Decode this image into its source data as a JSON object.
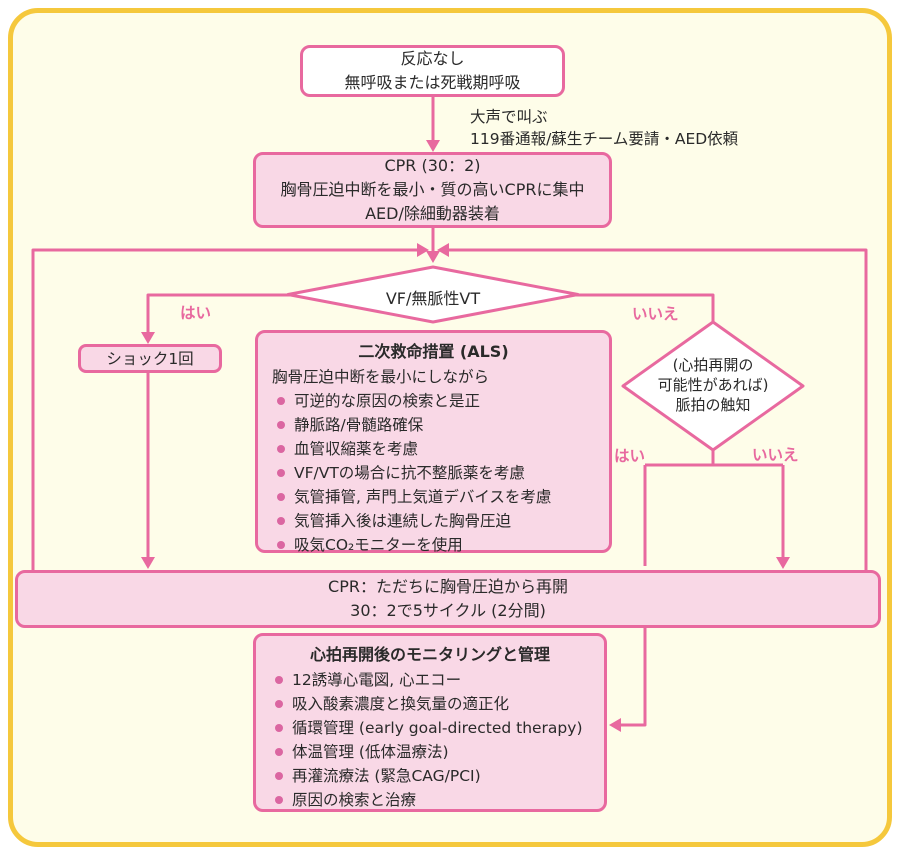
{
  "colors": {
    "accent_pink": "#e8699f",
    "node_fill_pink": "#f9d8e6",
    "node_fill_white": "#ffffff",
    "background_cream": "#fefde9",
    "frame_yellow": "#f5c83c",
    "bullet_dot": "#db66a1",
    "text": "#2a2a2a"
  },
  "flowchart": {
    "start": {
      "line1": "反応なし",
      "line2": "無呼吸または死戦期呼吸"
    },
    "shout_note": {
      "line1": "大声で叫ぶ",
      "line2": "119番通報/蘇生チーム要請・AED依頼"
    },
    "cpr": {
      "line1": "CPR (30：2)",
      "line2": "胸骨圧迫中断を最小・質の高いCPRに集中",
      "line3": "AED/除細動器装着"
    },
    "vf_check": {
      "label": "VF/無脈性VT"
    },
    "shock": {
      "label": "ショック1回"
    },
    "als": {
      "title": "二次救命措置 (ALS)",
      "intro": "胸骨圧迫中断を最小にしながら",
      "bullets": [
        "可逆的な原因の検索と是正",
        "静脈路/骨髄路確保",
        "血管収縮薬を考慮",
        "VF/VTの場合に抗不整脈薬を考慮",
        "気管挿管, 声門上気道デバイスを考慮",
        "気管挿入後は連続した胸骨圧迫",
        "吸気CO₂モニターを使用"
      ]
    },
    "pulse_check": {
      "line1": "(心拍再開の",
      "line2": "可能性があれば)",
      "line3": "脈拍の触知"
    },
    "cpr_restart": {
      "line1": "CPR：ただちに胸骨圧迫から再開",
      "line2": "30：2で5サイクル (2分間)"
    },
    "monitoring": {
      "title": "心拍再開後のモニタリングと管理",
      "bullets": [
        "12誘導心電図, 心エコー",
        "吸入酸素濃度と換気量の適正化",
        "循環管理 (early goal-directed therapy)",
        "体温管理 (低体温療法)",
        "再灌流療法 (緊急CAG/PCI)",
        "原因の検索と治療"
      ]
    },
    "labels": {
      "vf_yes": "はい",
      "vf_no": "いいえ",
      "pulse_yes": "はい",
      "pulse_no": "いいえ"
    }
  }
}
